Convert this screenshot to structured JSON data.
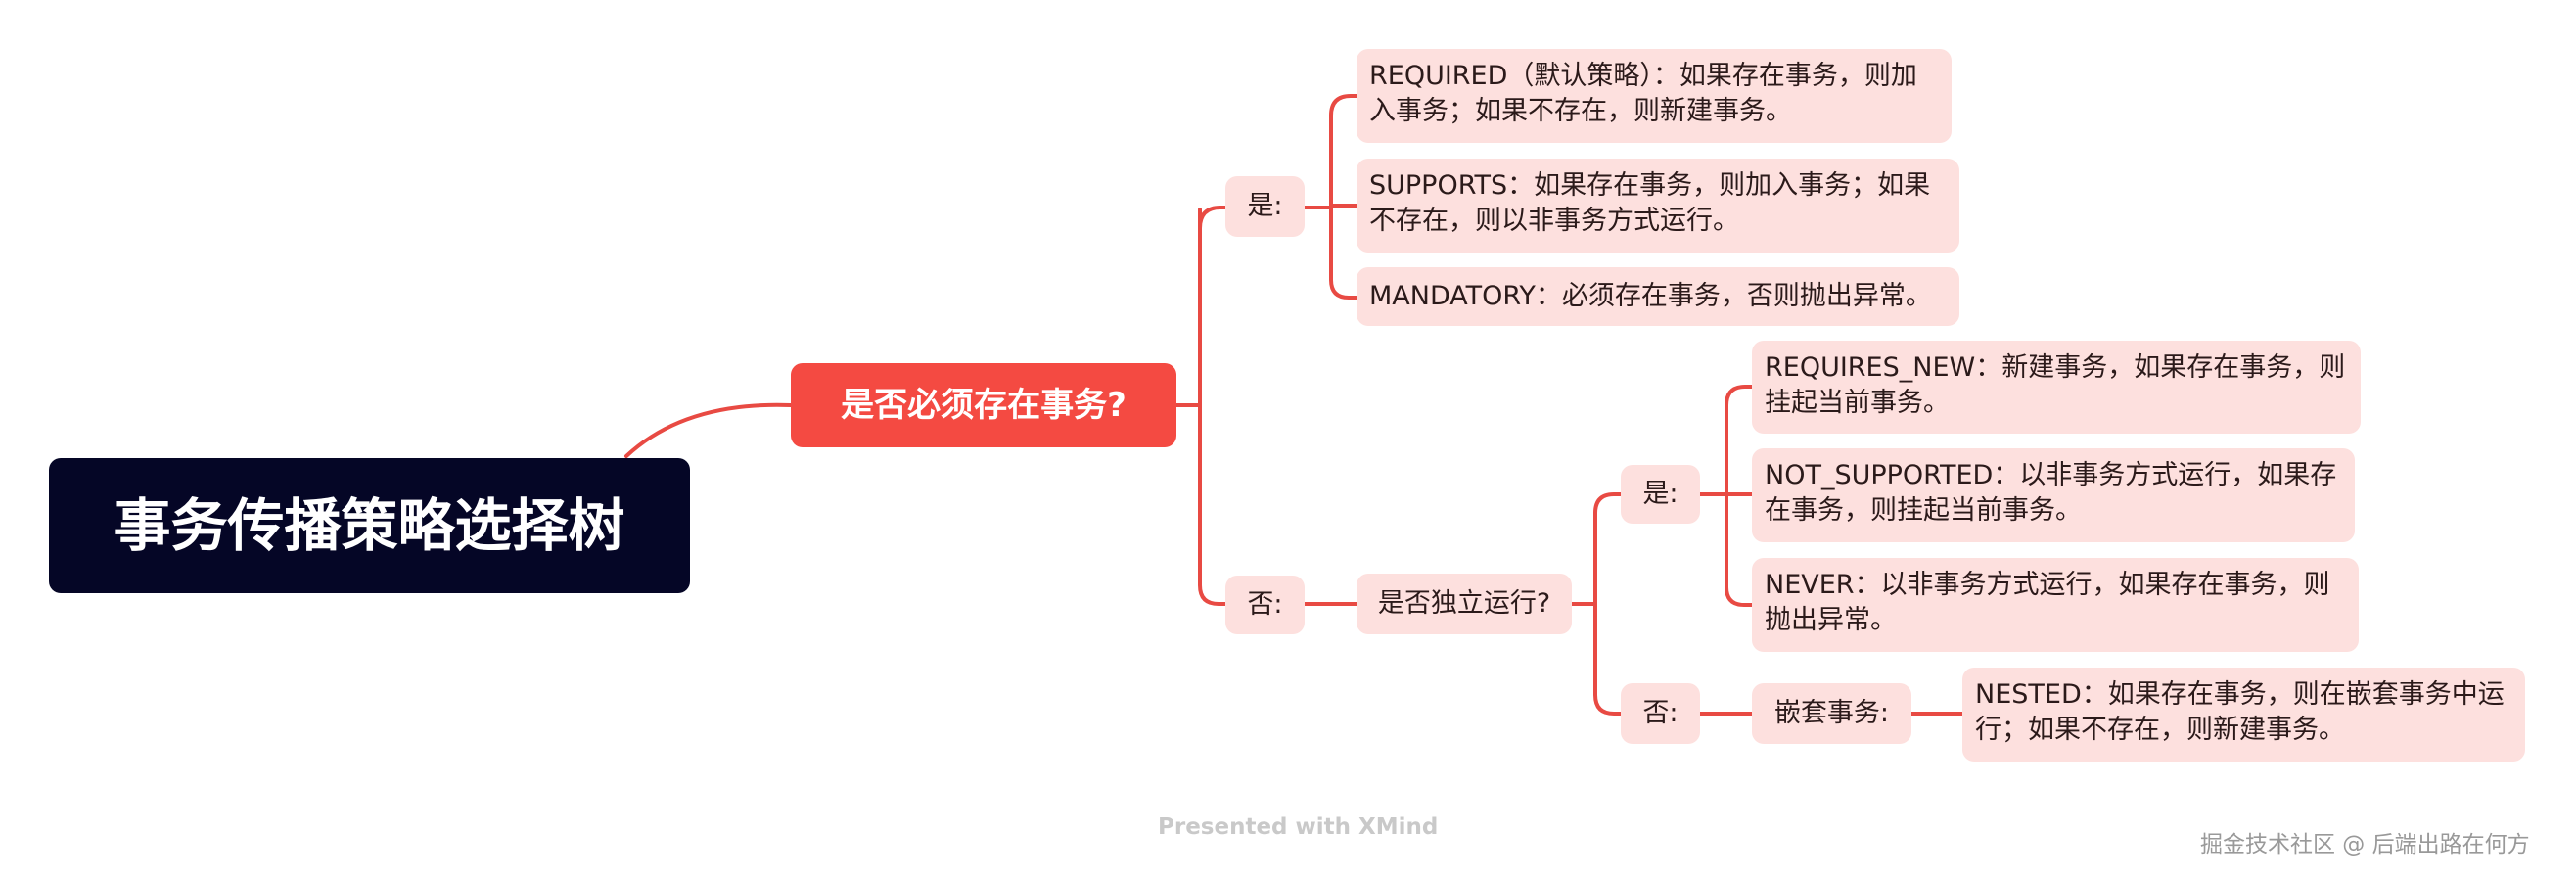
{
  "mindmap": {
    "root": "事务传播策略选择树",
    "question_transaction": "是否必须存在事务?",
    "yes_label": "是:",
    "no_label": "否:",
    "required": "REQUIRED（默认策略）：如果存在事务，则加入事务；如果不存在，则新建事务。",
    "supports": "SUPPORTS：如果存在事务，则加入事务；如果不存在，则以非事务方式运行。",
    "mandatory": "MANDATORY：必须存在事务，否则抛出异常。",
    "question_independent": "是否独立运行?",
    "sub_yes_label": "是:",
    "sub_no_label": "否:",
    "requires_new": "REQUIRES_NEW：新建事务，如果存在事务，则挂起当前事务。",
    "not_supported": "NOT_SUPPORTED：以非事务方式运行，如果存在事务，则挂起当前事务。",
    "never": "NEVER：以非事务方式运行，如果存在事务，则抛出异常。",
    "nested_label": "嵌套事务:",
    "nested": "NESTED：如果存在事务，则在嵌套事务中运行；如果不存在，则新建事务。"
  },
  "watermarks": {
    "xmind": "Presented with XMind",
    "juejin": "掘金技术社区 @ 后端出路在何方"
  },
  "colors": {
    "root_bg": "#050626",
    "main_bg": "#f44a42",
    "node_bg": "#fde0de",
    "line": "#e84a43"
  }
}
